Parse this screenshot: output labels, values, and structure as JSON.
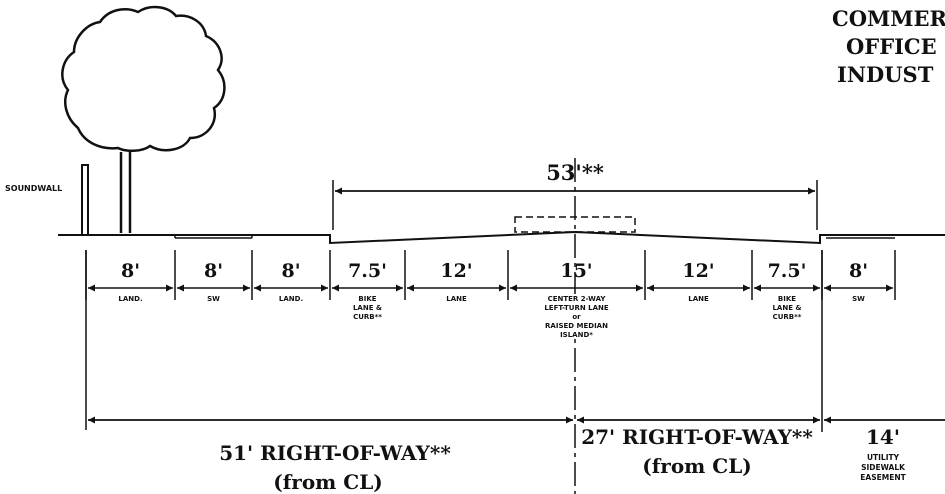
{
  "zone": {
    "line1": "COMMER",
    "line2": "OFFICE",
    "line3": "INDUST"
  },
  "soundwall_label": "SOUNDWALL",
  "curb_to_curb": "53'**",
  "segments": [
    {
      "width": "8'",
      "label_lines": [
        "LAND."
      ]
    },
    {
      "width": "8'",
      "label_lines": [
        "SW"
      ]
    },
    {
      "width": "8'",
      "label_lines": [
        "LAND."
      ]
    },
    {
      "width": "7.5'",
      "label_lines": [
        "BIKE",
        "LANE &",
        "CURB**"
      ]
    },
    {
      "width": "12'",
      "label_lines": [
        "LANE"
      ]
    },
    {
      "width": "15'",
      "label_lines": [
        "CENTER 2-WAY",
        "LEFT-TURN LANE",
        "or",
        "RAISED MEDIAN",
        "ISLAND*"
      ]
    },
    {
      "width": "12'",
      "label_lines": [
        "LANE"
      ]
    },
    {
      "width": "7.5'",
      "label_lines": [
        "BIKE",
        "LANE &",
        "CURB**"
      ]
    },
    {
      "width": "8'",
      "label_lines": [
        "SW"
      ]
    }
  ],
  "row_left": {
    "line1": "51' RIGHT-OF-WAY**",
    "line2": "(from CL)"
  },
  "row_right": {
    "line1": "27' RIGHT-OF-WAY**",
    "line2": "(from CL)"
  },
  "easement": {
    "width": "14'",
    "line1": "UTILITY",
    "line2": "SIDEWALK",
    "line3": "EASEMENT"
  }
}
